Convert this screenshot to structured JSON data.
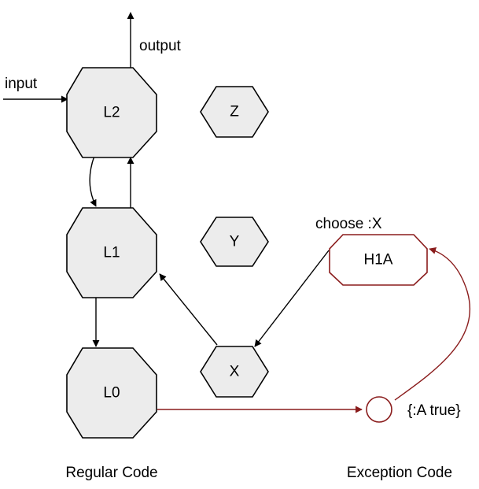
{
  "nodes": {
    "l2": {
      "label": "L2"
    },
    "l1": {
      "label": "L1"
    },
    "l0": {
      "label": "L0"
    },
    "z": {
      "label": "Z"
    },
    "y": {
      "label": "Y"
    },
    "x": {
      "label": "X"
    },
    "h1a": {
      "label": "H1A"
    }
  },
  "labels": {
    "output": "output",
    "input": "input",
    "choose": "choose :X",
    "condition": "{:A true}"
  },
  "captions": {
    "regular": "Regular Code",
    "exception": "Exception Code"
  },
  "colors": {
    "exception_stroke": "#8a1c1c",
    "node_fill": "#ececec"
  }
}
